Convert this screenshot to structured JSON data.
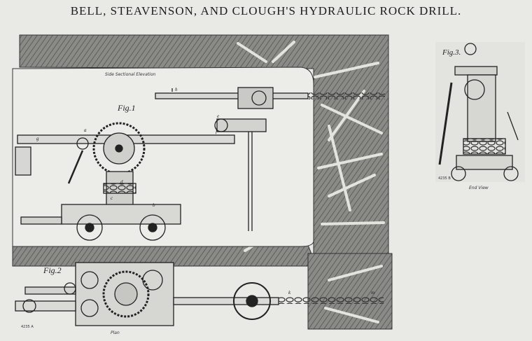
{
  "title": "BELL, STEAVENSON, AND CLOUGH'S HYDRAULIC ROCK DRILL.",
  "figures": {
    "fig1": {
      "label": "Fig.1",
      "caption": "Side Sectional Elevation"
    },
    "fig2": {
      "label": "Fig.2",
      "caption": "Plan",
      "plate_no": "4235 A"
    },
    "fig3": {
      "label": "Fig.3.",
      "caption": "End View",
      "plate_no": "4235 B"
    }
  },
  "part_letters": [
    "a",
    "b",
    "c",
    "d",
    "e",
    "f",
    "g",
    "h",
    "k",
    "m"
  ]
}
